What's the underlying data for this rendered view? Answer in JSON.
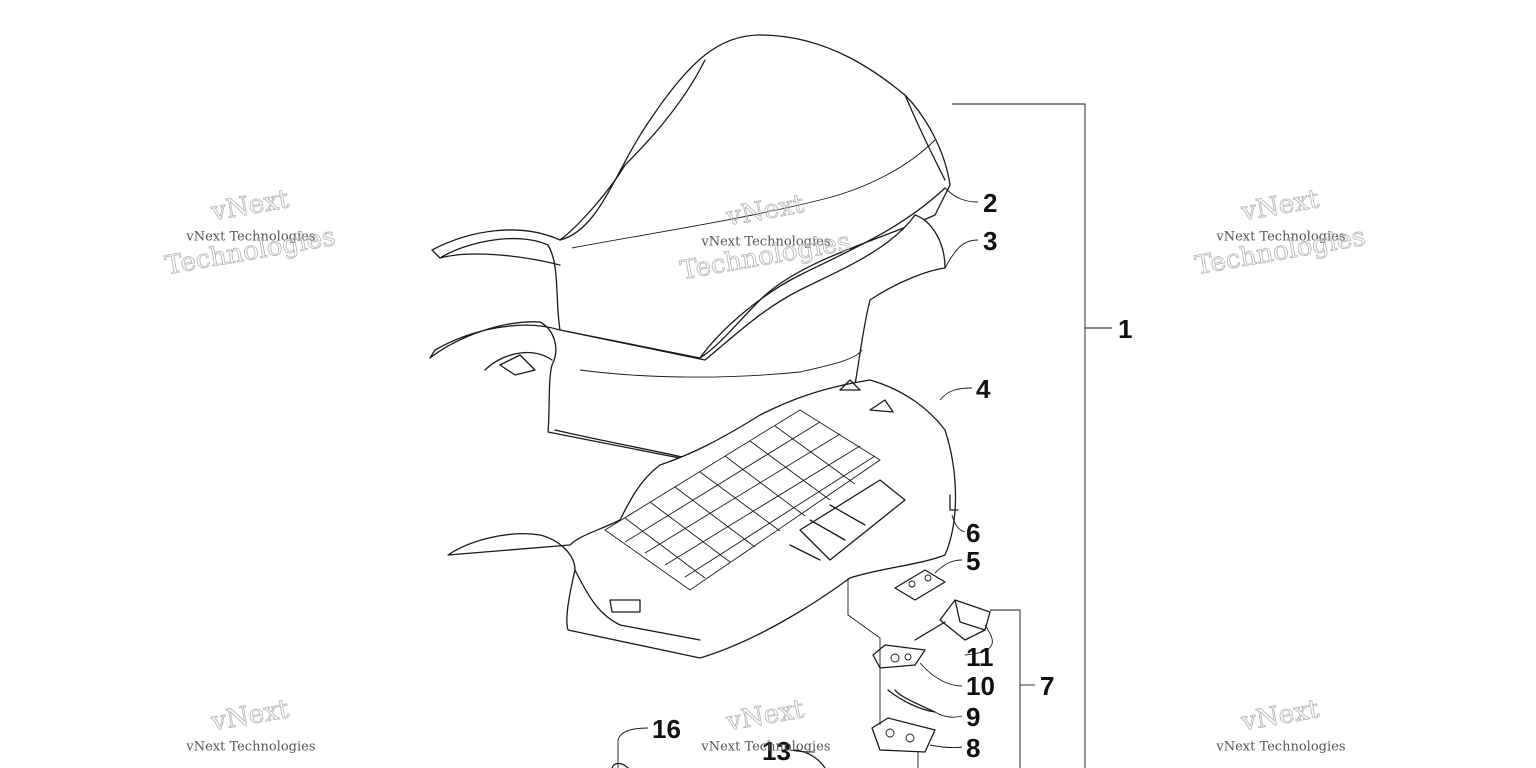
{
  "diagram": {
    "callouts": [
      "1",
      "2",
      "3",
      "4",
      "5",
      "6",
      "7",
      "8",
      "9",
      "10",
      "11",
      "13",
      "16"
    ]
  },
  "watermark": {
    "small": "vNext Technologies",
    "brand": "vNext",
    "word": "Technologies"
  },
  "colors": {
    "line": "#1a1a1a",
    "watermark": "#b3b3b3",
    "background": "#ffffff"
  }
}
